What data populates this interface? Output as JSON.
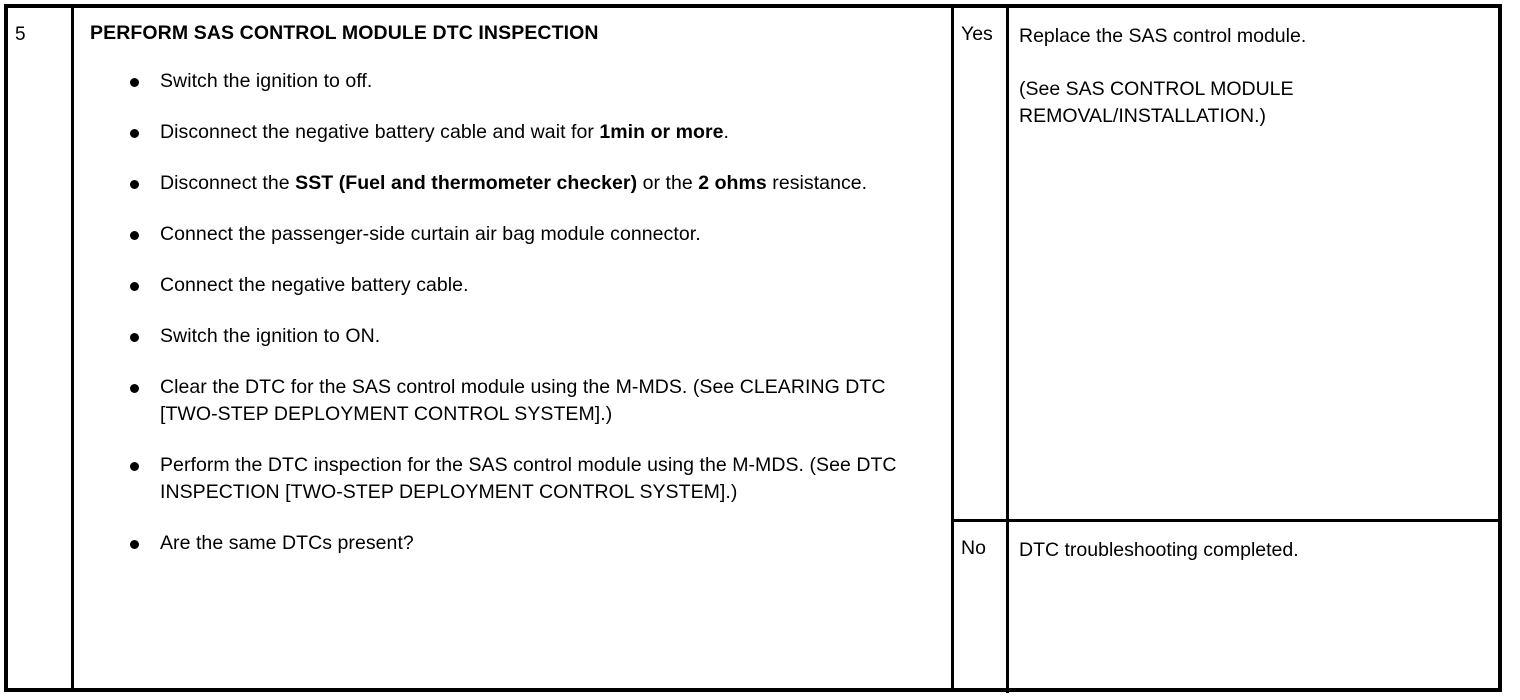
{
  "table": {
    "step_number": "5",
    "action": {
      "title": "PERFORM SAS CONTROL MODULE DTC INSPECTION",
      "bullets": [
        {
          "html": "Switch the ignition to off."
        },
        {
          "html": "Disconnect the negative battery cable and wait for <b>1min or more</b>."
        },
        {
          "html": "Disconnect the <b>SST (Fuel and thermometer checker)</b> or the <b>2 ohms</b> resistance."
        },
        {
          "html": "Connect the passenger-side curtain air bag module connector."
        },
        {
          "html": "Connect the negative battery cable."
        },
        {
          "html": "Switch the ignition to ON."
        },
        {
          "html": "Clear the DTC for the SAS control module using the M-MDS. (See CLEARING DTC [TWO-STEP DEPLOYMENT CONTROL SYSTEM].)"
        },
        {
          "html": "Perform the DTC inspection for the SAS control module using the M-MDS. (See DTC INSPECTION [TWO-STEP DEPLOYMENT CONTROL SYSTEM].)"
        },
        {
          "html": "Are the same DTCs present?"
        }
      ]
    },
    "answers": [
      {
        "key": "Yes",
        "paragraphs": [
          "Replace the SAS control module.",
          "(See SAS CONTROL MODULE REMOVAL/INSTALLATION.)"
        ]
      },
      {
        "key": "No",
        "paragraphs": [
          "DTC troubleshooting completed."
        ]
      }
    ]
  },
  "colors": {
    "border": "#000000",
    "text": "#000000",
    "background": "#ffffff"
  }
}
